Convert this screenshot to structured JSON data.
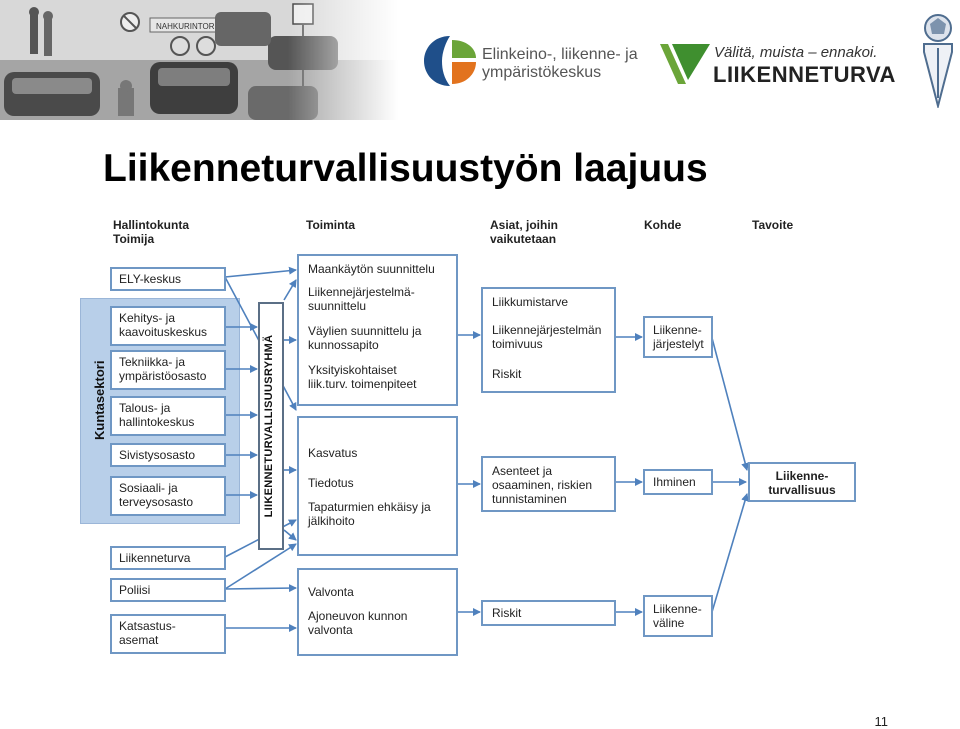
{
  "header": {
    "sign_text": "NAHKURINTORI",
    "ely_logo_line1": "Elinkeino-, liikenne- ja",
    "ely_logo_line2": "ympäristökeskus",
    "lt_slogan": "Välitä, muista – ennakoi.",
    "lt_name": "LIIKENNETURVA"
  },
  "title": "Liikenneturvallisuustyön laajuus",
  "columns": {
    "col1_line1": "Hallintokunta",
    "col1_line2": "Toimija",
    "col2": "Toiminta",
    "col3_line1": "Asiat, joihin",
    "col3_line2": "vaikutetaan",
    "col4": "Kohde",
    "col5": "Tavoite"
  },
  "actors": {
    "ely": "ELY-keskus",
    "kunta_label": "Kuntasektori",
    "kehitys_1": "Kehitys- ja",
    "kehitys_2": "kaavoituskeskus",
    "tekniikka_1": "Tekniikka- ja",
    "tekniikka_2": "ympäristöosasto",
    "talous_1": "Talous- ja",
    "talous_2": "hallintokeskus",
    "sivistys": "Sivistysosasto",
    "sosiaali_1": "Sosiaali- ja",
    "sosiaali_2": "terveysosasto",
    "liikenneturva": "Liikenneturva",
    "poliisi": "Poliisi",
    "katsastus_1": "Katsastus-",
    "katsastus_2": "asemat",
    "ryhma": "LIIKENNETURVALLISUUSRYHMÄ"
  },
  "activities": {
    "a1": "Maankäytön suunnittelu",
    "a2_1": "Liikennejärjestelmä-",
    "a2_2": "suunnittelu",
    "a3_1": "Väylien suunnittelu ja",
    "a3_2": "kunnossapito",
    "a4_1": "Yksityiskohtaiset",
    "a4_2": "liik.turv. toimenpiteet",
    "b1": "Kasvatus",
    "b2": "Tiedotus",
    "b3_1": "Tapaturmien ehkäisy ja",
    "b3_2": "jälkihoito",
    "c1": "Valvonta",
    "c2_1": "Ajoneuvon kunnon",
    "c2_2": "valvonta"
  },
  "issues": {
    "i1": "Liikkumistarve",
    "i2_1": "Liikennejärjestelmän",
    "i2_2": "toimivuus",
    "i3": "Riskit",
    "j1_1": "Asenteet ja",
    "j1_2": "osaaminen, riskien",
    "j1_3": "tunnistaminen",
    "k1": "Riskit"
  },
  "targets": {
    "t1_1": "Liikenne-",
    "t1_2": "järjestelyt",
    "t2": "Ihminen",
    "t3_1": "Liikenne-",
    "t3_2": "väline"
  },
  "goal": {
    "line1": "Liikenne-",
    "line2": "turvallisuus"
  },
  "page_number": "11",
  "colors": {
    "box_border": "#6f97c4",
    "arrow": "#4f81bd",
    "kunta_fill": "#b8cfe9",
    "ryhma_border": "#5b6f86"
  }
}
